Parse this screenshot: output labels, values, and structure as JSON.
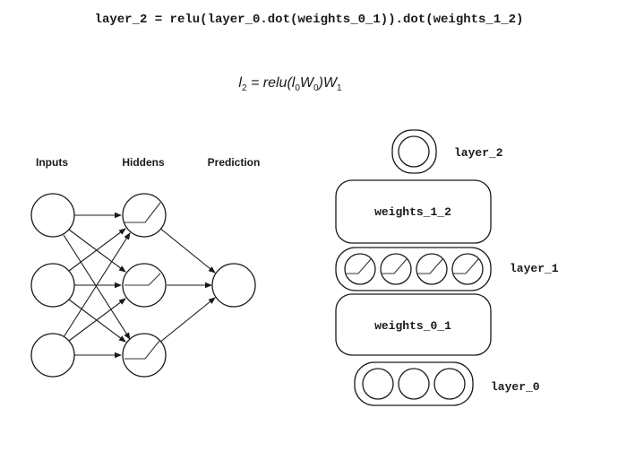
{
  "code_line": "layer_2 = relu(layer_0.dot(weights_0_1)).dot(weights_1_2)",
  "formula": {
    "l": "l",
    "l_sub": "2",
    "mid": " = relu(",
    "l0": "l",
    "l0_sub": "0",
    "w0": "W",
    "w0_sub": "0",
    "close": ")",
    "w1": "W",
    "w1_sub": "1"
  },
  "network": {
    "headers": [
      "Inputs",
      "Hiddens",
      "Prediction"
    ]
  },
  "stack": {
    "layer_2": "layer_2",
    "weights_1_2": "weights_1_2",
    "layer_1": "layer_1",
    "weights_0_1": "weights_0_1",
    "layer_0": "layer_0"
  }
}
